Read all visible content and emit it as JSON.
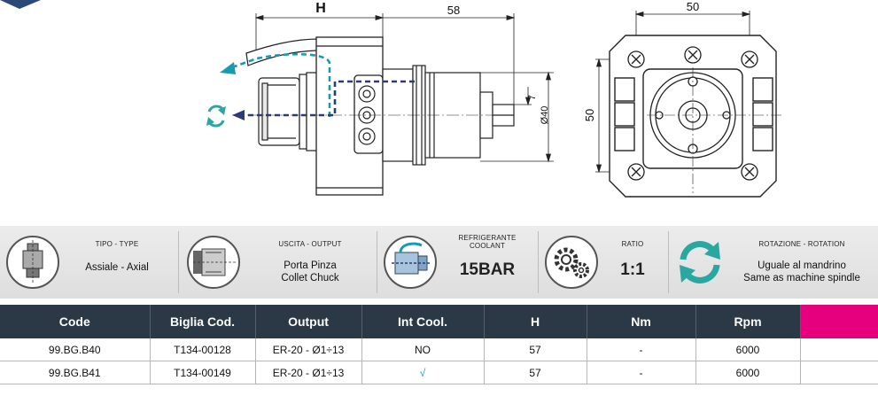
{
  "drawing": {
    "dim_h": "H",
    "dim_58": "58",
    "dim_7": "7",
    "dim_40": "Ø40",
    "dim_50_top": "50",
    "dim_50_side": "50"
  },
  "specs": {
    "type": {
      "label": "TIPO - TYPE",
      "value": "Assiale - Axial"
    },
    "output": {
      "label": "USCITA - OUTPUT",
      "value_line1": "Porta Pinza",
      "value_line2": "Collet Chuck"
    },
    "coolant": {
      "label_line1": "REFRIGERANTE",
      "label_line2": "COOLANT",
      "value": "15BAR"
    },
    "ratio": {
      "label": "RATIO",
      "value": "1:1"
    },
    "rotation": {
      "label": "ROTAZIONE - ROTATION",
      "value_line1": "Uguale al mandrino",
      "value_line2": "Same as machine spindle"
    }
  },
  "table": {
    "headers": [
      "Code",
      "Biglia Cod.",
      "Output",
      "Int Cool.",
      "H",
      "Nm",
      "Rpm",
      ""
    ],
    "rows": [
      [
        "99.BG.B40",
        "T134-00128",
        "ER-20 - Ø1÷13",
        "NO",
        "57",
        "-",
        "6000",
        ""
      ],
      [
        "99.BG.B41",
        "T134-00149",
        "ER-20 - Ø1÷13",
        "√",
        "57",
        "-",
        "6000",
        ""
      ]
    ]
  },
  "colors": {
    "header_bg": "#2b3946",
    "accent_pink": "#e6007e",
    "arrow_teal": "#1a9ab0",
    "rotation_icon": "#2aa7a0"
  }
}
